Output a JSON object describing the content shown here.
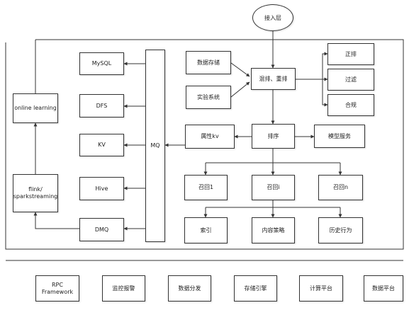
{
  "input": "接入层",
  "storage": {
    "mysql": "MySQL",
    "dfs": "DFS",
    "kv": "KV",
    "hive": "Hive",
    "dmq": "DMQ"
  },
  "mq": "MQ",
  "online_learning": "online learning",
  "flink": "flink/\nsparkstreaming",
  "data_store": "数据存储",
  "experiment": "实验系统",
  "filter_rerank": "混排、重排",
  "attr_kv": "属性kv",
  "ranking": "排序",
  "model_service": "模型服务",
  "right": {
    "a": "正排",
    "b": "过滤",
    "c": "合规"
  },
  "recall": {
    "r1": "召回1",
    "r2": "召回i",
    "r3": "召回n"
  },
  "sources": {
    "index": "索引",
    "content": "内容策略",
    "history": "历史行为"
  },
  "platform": {
    "rpc": "RPC\nFramework",
    "monitor": "监控报警",
    "dispatch": "数据分发",
    "engine": "存储引擎",
    "compute": "计算平台",
    "data": "数据平台"
  }
}
